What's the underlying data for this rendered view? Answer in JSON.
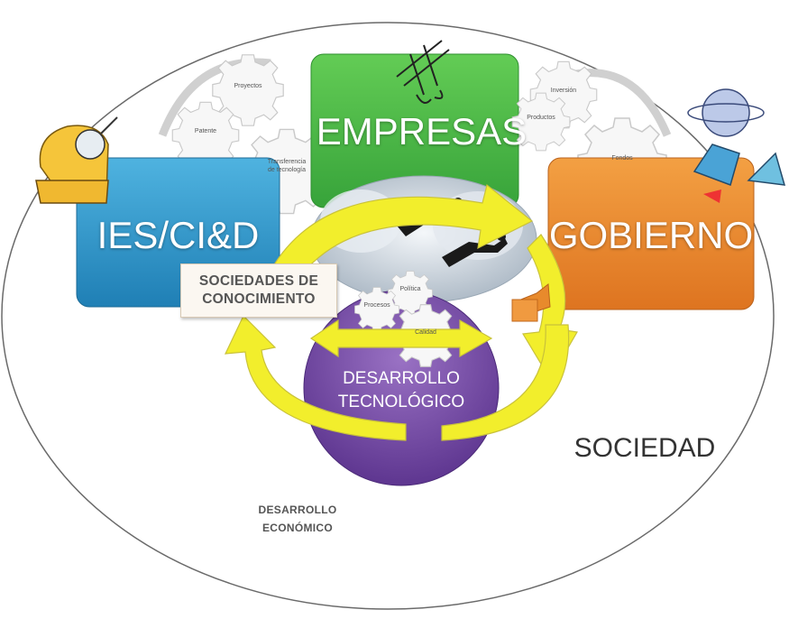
{
  "boxes": {
    "ies": "IES/CI&D",
    "empresas": "EMPRESAS",
    "gobierno": "GOBIERNO"
  },
  "center": {
    "sociedades_line1": "SOCIEDADES DE",
    "sociedades_line2": "CONOCIMIENTO",
    "desarrollo_line1": "DESARROLLO",
    "desarrollo_line2": "TECNOLÓGICO"
  },
  "outer": {
    "sociedad": "SOCIEDAD",
    "eco_line1": "DESARROLLO",
    "eco_line2": "ECONÓMICO"
  },
  "gears": {
    "g1": "Proyectos",
    "g2": "Patente",
    "g3_line1": "Transferencia",
    "g3_line2": "de tecnología",
    "g4": "Inversión",
    "g5": "Productos",
    "g6": "Fondos",
    "g7": "Política",
    "g8": "Procesos",
    "g9": "Calidad"
  },
  "colors": {
    "ies": "#2e95c9",
    "empresas": "#52b94a",
    "gobierno": "#e88a2c",
    "desarrollo": "#7a4fa3",
    "arrows": "#f2ee2c"
  }
}
